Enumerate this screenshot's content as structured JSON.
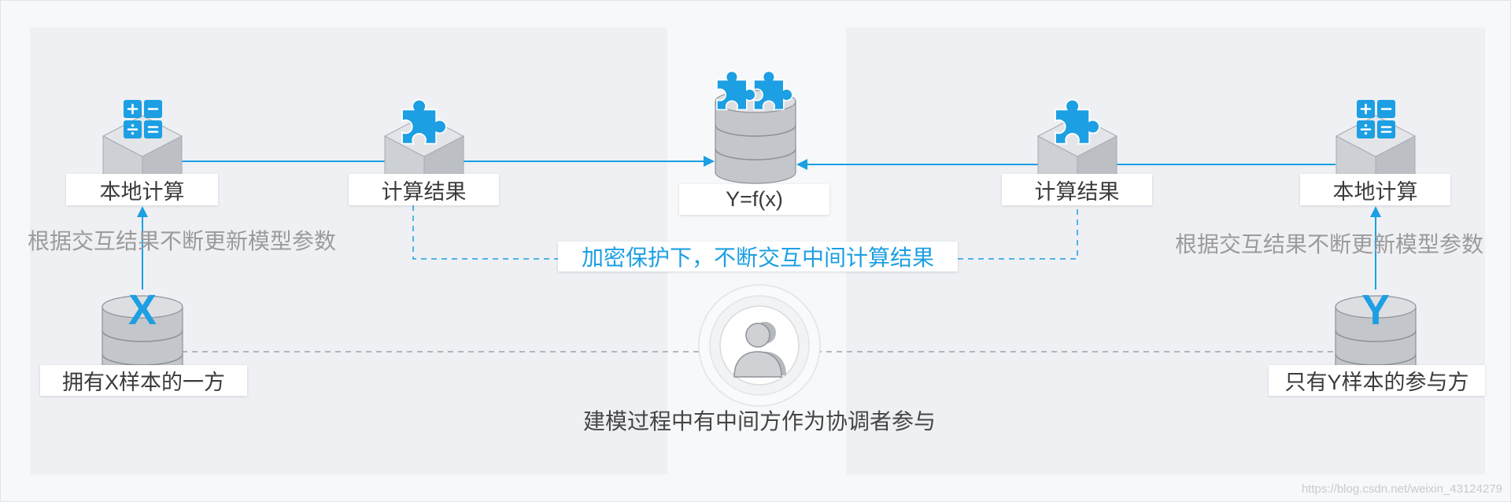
{
  "left_party": {
    "compute_label": "本地计算",
    "result_label": "计算结果",
    "update_note": "根据交互结果不断更新模型参数",
    "sample_symbol": "X",
    "sample_label": "拥有X样本的一方"
  },
  "right_party": {
    "compute_label": "本地计算",
    "result_label": "计算结果",
    "update_note": "根据交互结果不断更新模型参数",
    "sample_symbol": "Y",
    "sample_label": "只有Y样本的参与方"
  },
  "center": {
    "model_label": "Y=f(x)",
    "exchange_note": "加密保护下，不断交互中间计算结果",
    "coordinator_note": "建模过程中有中间方作为协调者参与"
  },
  "watermark": "https://blog.csdn.net/weixin_43124279",
  "colors": {
    "accent": "#1c9fe3",
    "panel": "#eef0f4",
    "page": "#f7f8fa",
    "icon_gray": "#c3c6ca"
  },
  "icons": {
    "compute": "calculator-icon",
    "result": "puzzle-piece-icon",
    "model": "database-icon",
    "samples": "database-icon",
    "coordinator": "person-icon"
  }
}
